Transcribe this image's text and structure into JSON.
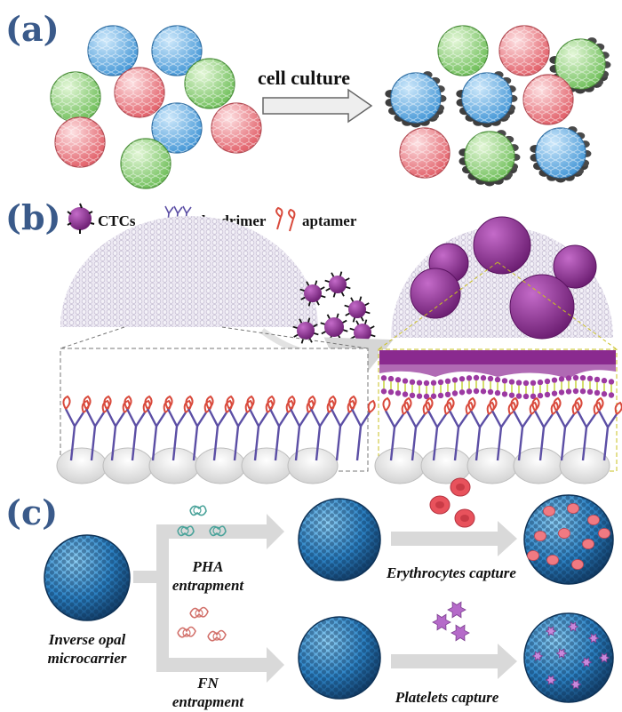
{
  "panels": {
    "a": {
      "label": "(a)",
      "arrow_label": "cell culture",
      "colors": {
        "blue": "#5aa8e0",
        "green": "#8ed27a",
        "red": "#ef7f86",
        "cell": "#444444"
      }
    },
    "b": {
      "label": "(b)",
      "legend": [
        {
          "name": "CTCs",
          "icon": "ctc-cell-icon"
        },
        {
          "name": "dendrimer",
          "icon": "dendrimer-icon"
        },
        {
          "name": "aptamer",
          "icon": "aptamer-icon"
        }
      ],
      "colors": {
        "ctc": "#8a2a8f",
        "dendrimer": "#5c4fa5",
        "aptamer": "#d94a3c",
        "membrane": "#a44aa8"
      }
    },
    "c": {
      "label": "(c)",
      "start_label": [
        "Inverse opal",
        "microcarrier"
      ],
      "top_route": {
        "entrapment": [
          "PHA",
          "entrapment"
        ],
        "capture": "Erythrocytes capture"
      },
      "bottom_route": {
        "entrapment": [
          "FN",
          "entrapment"
        ],
        "capture": "Platelets capture"
      },
      "colors": {
        "sphere": "#2f7fbf",
        "erythrocyte": "#e8525c",
        "platelet": "#b56ac9",
        "arrow": "#d6d6d6"
      }
    }
  }
}
